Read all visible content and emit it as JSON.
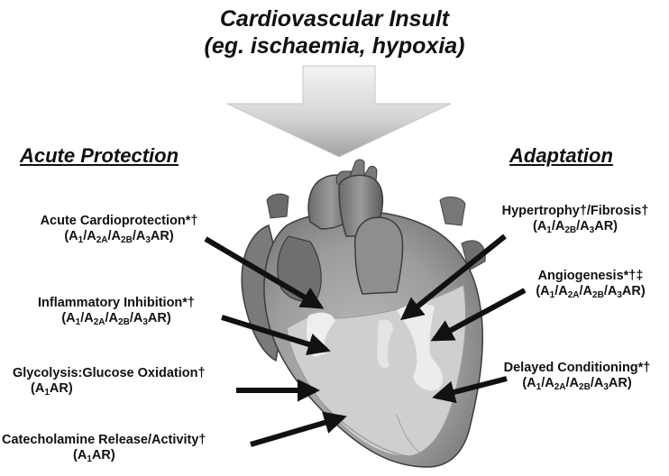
{
  "title": {
    "line1": "Cardiovascular Insult",
    "line2": "(eg. ischaemia, hypoxia)"
  },
  "sections": {
    "left": "Acute Protection",
    "right": "Adaptation"
  },
  "left_labels": [
    {
      "name": "Acute Cardioprotection*†",
      "receptors": [
        "A",
        "1",
        "/A",
        "2A",
        "/A",
        "2B",
        "/A",
        "3",
        "AR"
      ]
    },
    {
      "name": "Inflammatory Inhibition*†",
      "receptors": [
        "A",
        "1",
        "/A",
        "2A",
        "/A",
        "2B",
        "/A",
        "3",
        "AR"
      ]
    },
    {
      "name": "Glycolysis:Glucose Oxidation†",
      "receptors": [
        "A",
        "1",
        "AR"
      ]
    },
    {
      "name": "Catecholamine Release/Activity†",
      "receptors": [
        "A",
        "1",
        "AR"
      ]
    }
  ],
  "right_labels": [
    {
      "name": "Hypertrophy†/Fibrosis†",
      "receptors": [
        "A",
        "1",
        "/A",
        "2B",
        "/A",
        "3",
        "AR"
      ]
    },
    {
      "name": "Angiogenesis*†‡",
      "receptors": [
        "A",
        "1",
        "/A",
        "2A",
        "/A",
        "2B",
        "/A",
        "3",
        "AR"
      ]
    },
    {
      "name": "Delayed Conditioning*†",
      "receptors": [
        "A",
        "1",
        "/A",
        "2A",
        "/A",
        "2B",
        "/A",
        "3",
        "AR"
      ]
    }
  ],
  "colors": {
    "arrow": "#111111",
    "down_arrow_light": "#f2f2f2",
    "down_arrow_dark": "#a9a9a9",
    "heart_dark": "#5e5e5e",
    "heart_mid": "#8c8c8c",
    "heart_light": "#c4c4c4",
    "heart_highlight": "#e9e9e9"
  },
  "icons": {
    "insult_arrow": "down-arrow-icon",
    "heart": "heart-illustration"
  }
}
